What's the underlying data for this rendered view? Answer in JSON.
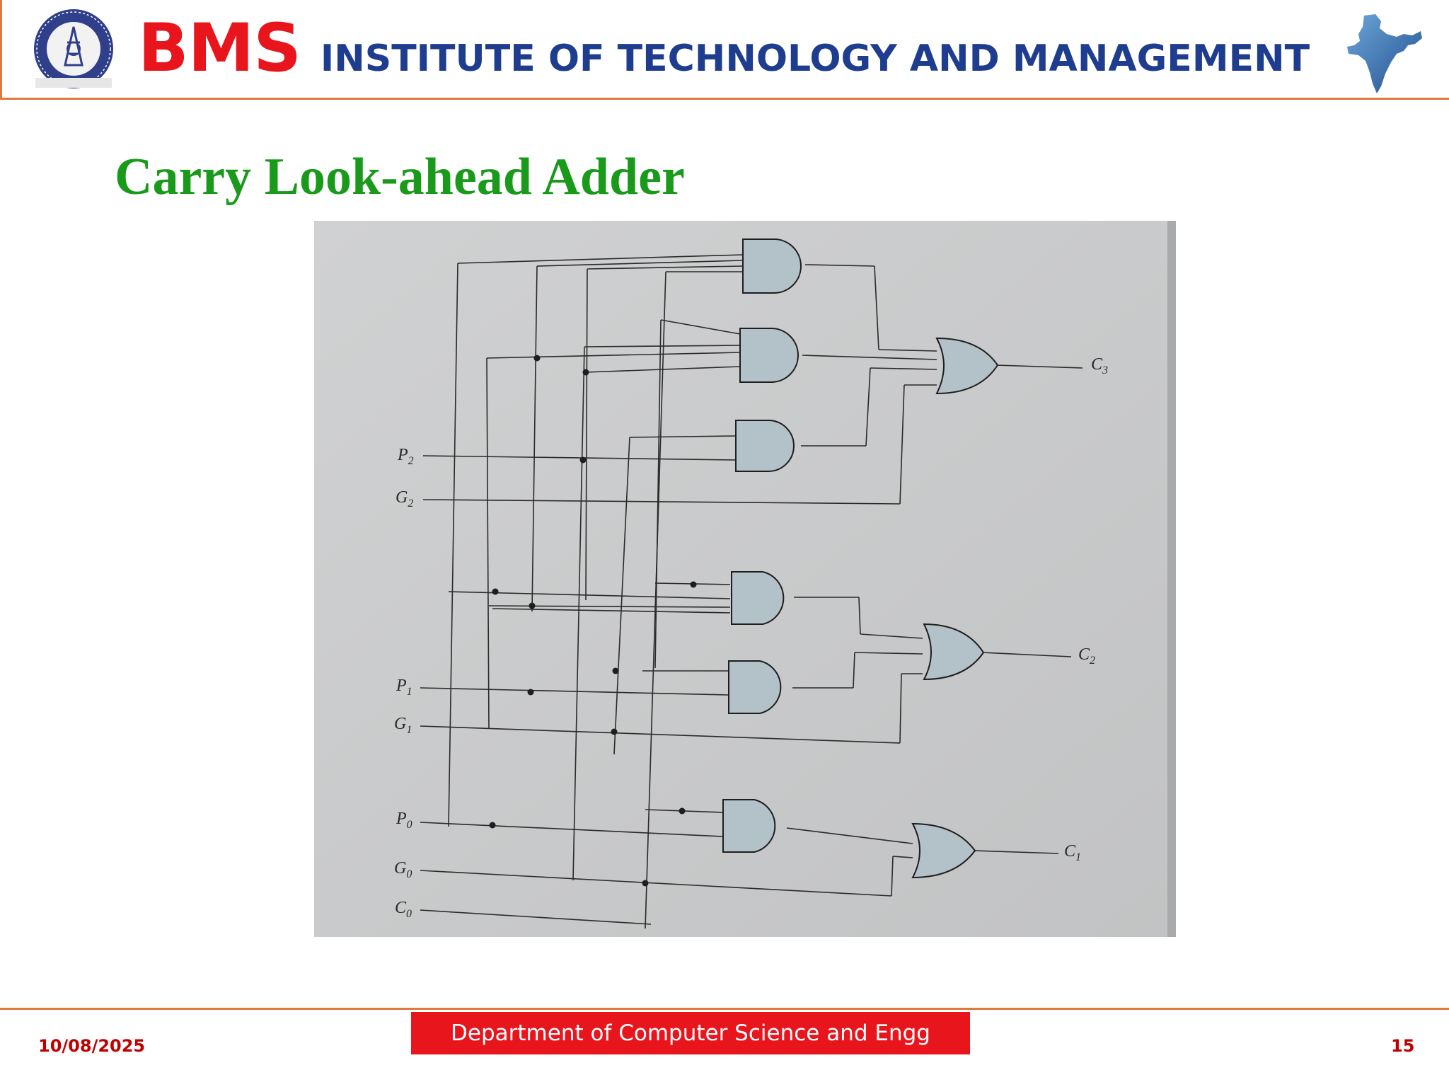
{
  "header": {
    "brand_bms": "BMS",
    "brand_rest": "INSTITUTE OF TECHNOLOGY AND MANAGEMENT",
    "emblem_icon": "institute-emblem-icon",
    "map_icon": "india-map-icon",
    "accent_color": "#e07a3c"
  },
  "slide": {
    "title": "Carry Look-ahead Adder"
  },
  "diagram": {
    "inputs": [
      "P2",
      "G2",
      "P1",
      "G1",
      "P0",
      "G0",
      "C0"
    ],
    "outputs": [
      "C3",
      "C2",
      "C1"
    ],
    "gate_fill": "#b3c2c8"
  },
  "footer": {
    "date": "10/08/2025",
    "department": "Department of Computer Science and Engg",
    "page_number": "15"
  }
}
